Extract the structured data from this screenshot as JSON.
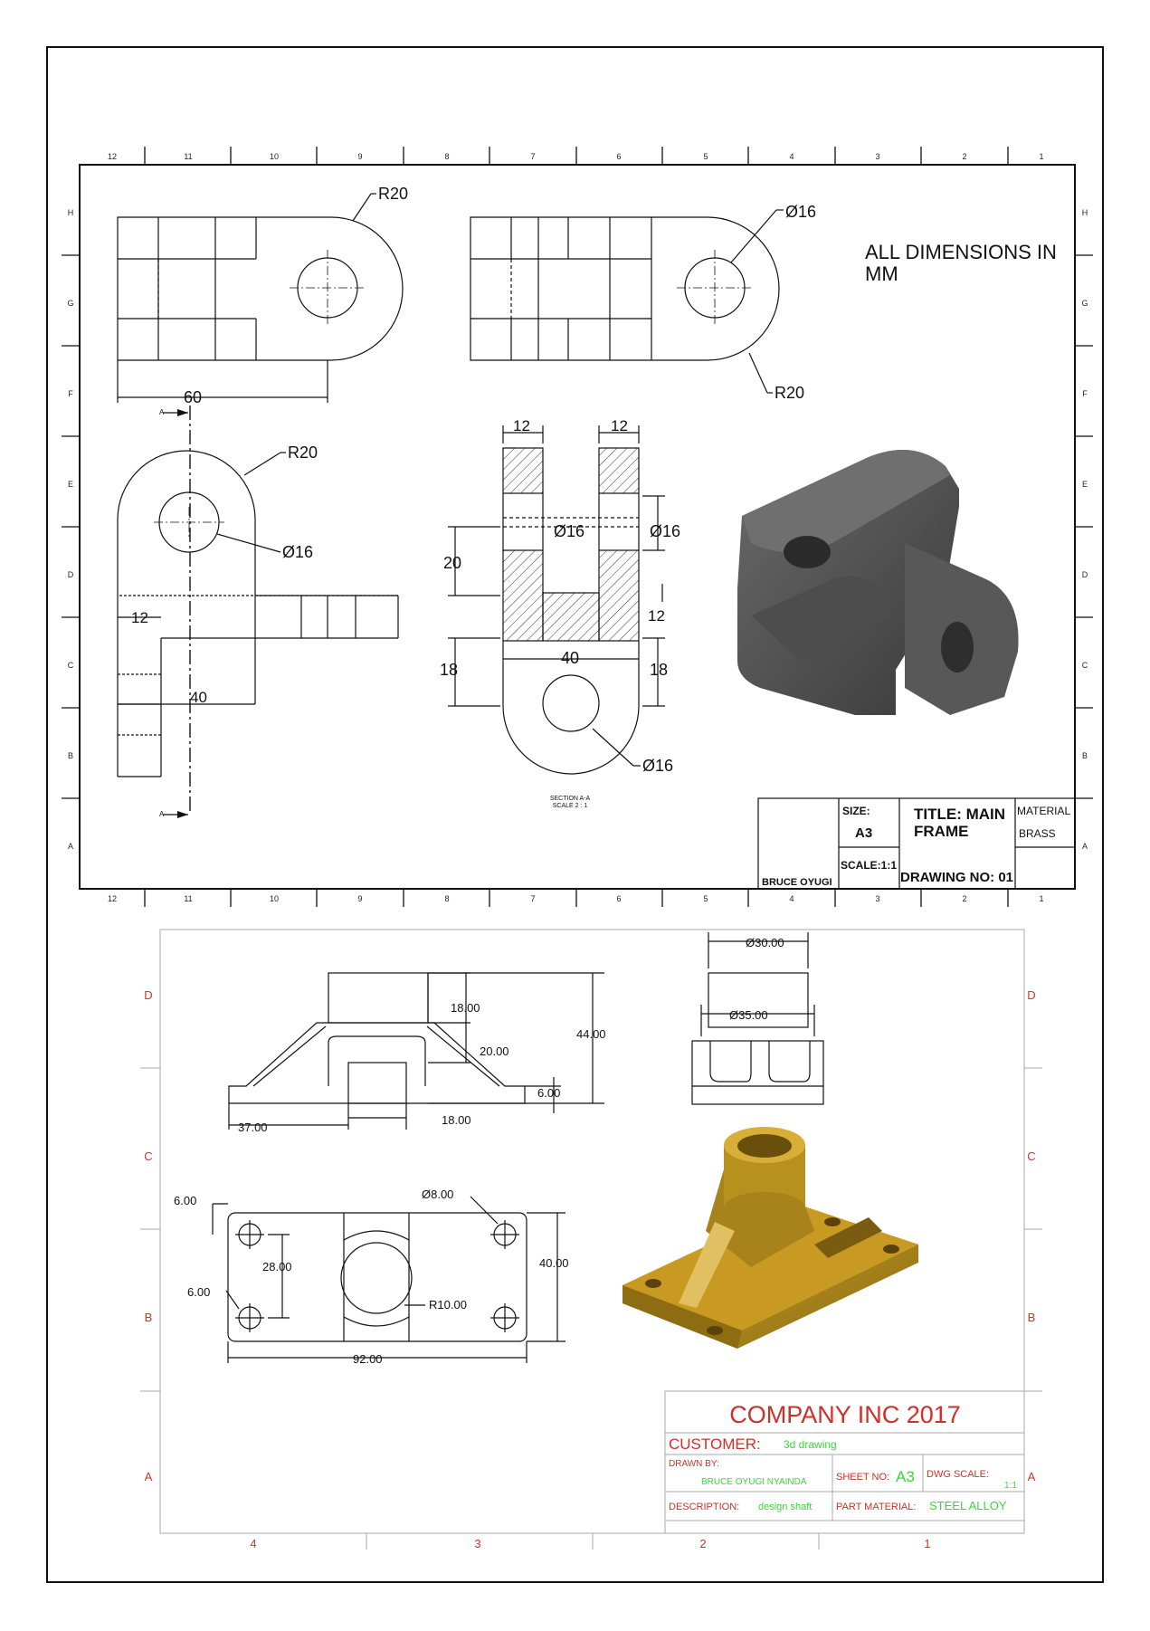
{
  "sheet1": {
    "zone_numbers": [
      "12",
      "11",
      "10",
      "9",
      "8",
      "7",
      "6",
      "5",
      "4",
      "3",
      "2",
      "1"
    ],
    "zone_letters": [
      "H",
      "G",
      "F",
      "E",
      "D",
      "C",
      "B",
      "A"
    ],
    "note": [
      "ALL DIMENSIONS IN",
      "MM"
    ],
    "dims": {
      "r20_top_left": "R20",
      "d16_top_right": "Ø16",
      "r20_top_right": "R20",
      "d60": "60",
      "r20_side": "R20",
      "d16_side": "Ø16",
      "d12_side": "12",
      "d40_side": "40",
      "d12_left": "12",
      "d12_right": "12",
      "d20": "20",
      "d16_center": "Ø16",
      "d16_right": "Ø16",
      "d12_small": "12",
      "d18_left": "18",
      "d40_section": "40",
      "d18_right": "18",
      "d16_bottom": "Ø16",
      "section_marker": "A"
    },
    "section_label": [
      "SECTION A-A",
      "SCALE 2 : 1"
    ],
    "title_block": {
      "size_label": "SIZE:",
      "size_value": "A3",
      "title": [
        "TITLE: MAIN",
        "FRAME"
      ],
      "material_label": "MATERIAL",
      "material_value": "BRASS",
      "scale": "SCALE:1:1",
      "drawing_no": "DRAWING NO: 01",
      "drawn_by": "BRUCE OYUGI"
    }
  },
  "sheet2": {
    "zone_numbers": [
      "4",
      "3",
      "2",
      "1"
    ],
    "zone_letters": [
      "D",
      "C",
      "B",
      "A"
    ],
    "dims": {
      "d18_top": "18.00",
      "d20": "20.00",
      "d44": "44.00",
      "d6_base": "6.00",
      "d37": "37.00",
      "d18_bottom": "18.00",
      "d30": "Ø30.00",
      "d35": "Ø35.00",
      "d6_top": "6.00",
      "d8": "Ø8.00",
      "d28": "28.00",
      "d40": "40.00",
      "d6_left": "6.00",
      "r10": "R10.00",
      "d92": "92.00"
    },
    "title_block": {
      "company": "COMPANY INC 2017",
      "customer_label": "CUSTOMER:",
      "customer_value": "3d drawing",
      "drawn_by_label": "DRAWN BY:",
      "drawn_by_value": "BRUCE OYUGI NYAINDA",
      "sheet_no_label": "SHEET NO:",
      "sheet_no_value": "A3",
      "dwg_scale_label": "DWG SCALE:",
      "dwg_scale_value": "1:1",
      "description_label": "DESCRIPTION:",
      "description_value": "design shaft",
      "part_material_label": "PART MATERIAL:",
      "part_material_value": "STEEL ALLOY"
    }
  },
  "colors": {
    "line": "#111111",
    "grey_part": "#555555",
    "brass_part": "#b8901e",
    "red_text": "#d0302a",
    "green_text": "#3ad63a"
  }
}
